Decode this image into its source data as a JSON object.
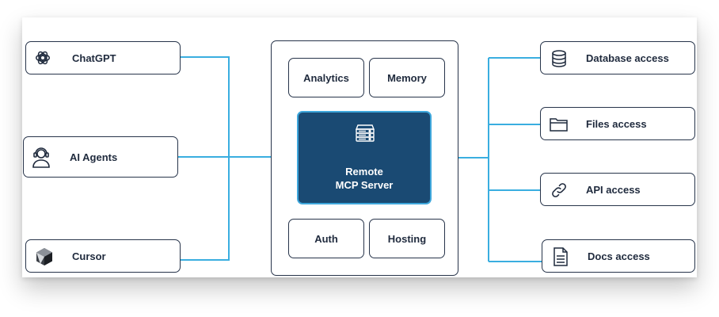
{
  "clients": [
    {
      "label": "ChatGPT",
      "icon": "chatgpt-icon"
    },
    {
      "label": "AI Agents",
      "icon": "agent-headset-icon"
    },
    {
      "label": "Cursor",
      "icon": "cursor-logo-icon"
    }
  ],
  "server": {
    "top_modules": [
      "Analytics",
      "Memory"
    ],
    "core_line1": "Remote",
    "core_line2": "MCP Server",
    "bottom_modules": [
      "Auth",
      "Hosting"
    ]
  },
  "resources": [
    {
      "label": "Database access",
      "icon": "database-icon"
    },
    {
      "label": "Files access",
      "icon": "folder-icon"
    },
    {
      "label": "API access",
      "icon": "link-icon"
    },
    {
      "label": "Docs access",
      "icon": "document-icon"
    }
  ],
  "colors": {
    "connector": "#3aaee0",
    "server_fill": "#1a4a73",
    "border": "#27344a"
  }
}
